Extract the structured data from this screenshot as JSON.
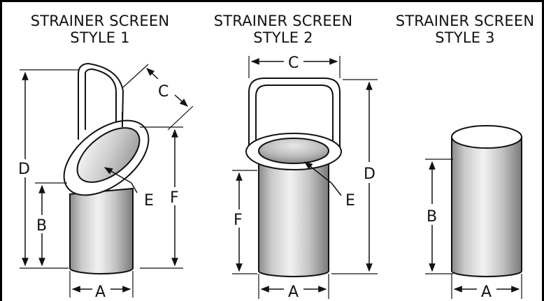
{
  "styles": [
    {
      "title_line1": "STRAINER SCREEN",
      "title_line2": "STYLE 1"
    },
    {
      "title_line1": "STRAINER SCREEN",
      "title_line2": "STYLE 2"
    },
    {
      "title_line1": "STRAINER SCREEN",
      "title_line2": "STYLE 3"
    }
  ],
  "labels": {
    "A": "A",
    "B": "B",
    "C": "C",
    "D": "D",
    "E": "E",
    "F": "F"
  },
  "colors": {
    "line": "#111111",
    "cylinder_light": "#f2f2f2",
    "cylinder_mid": "#bdbdbd",
    "cylinder_dark": "#7a7a7a"
  }
}
